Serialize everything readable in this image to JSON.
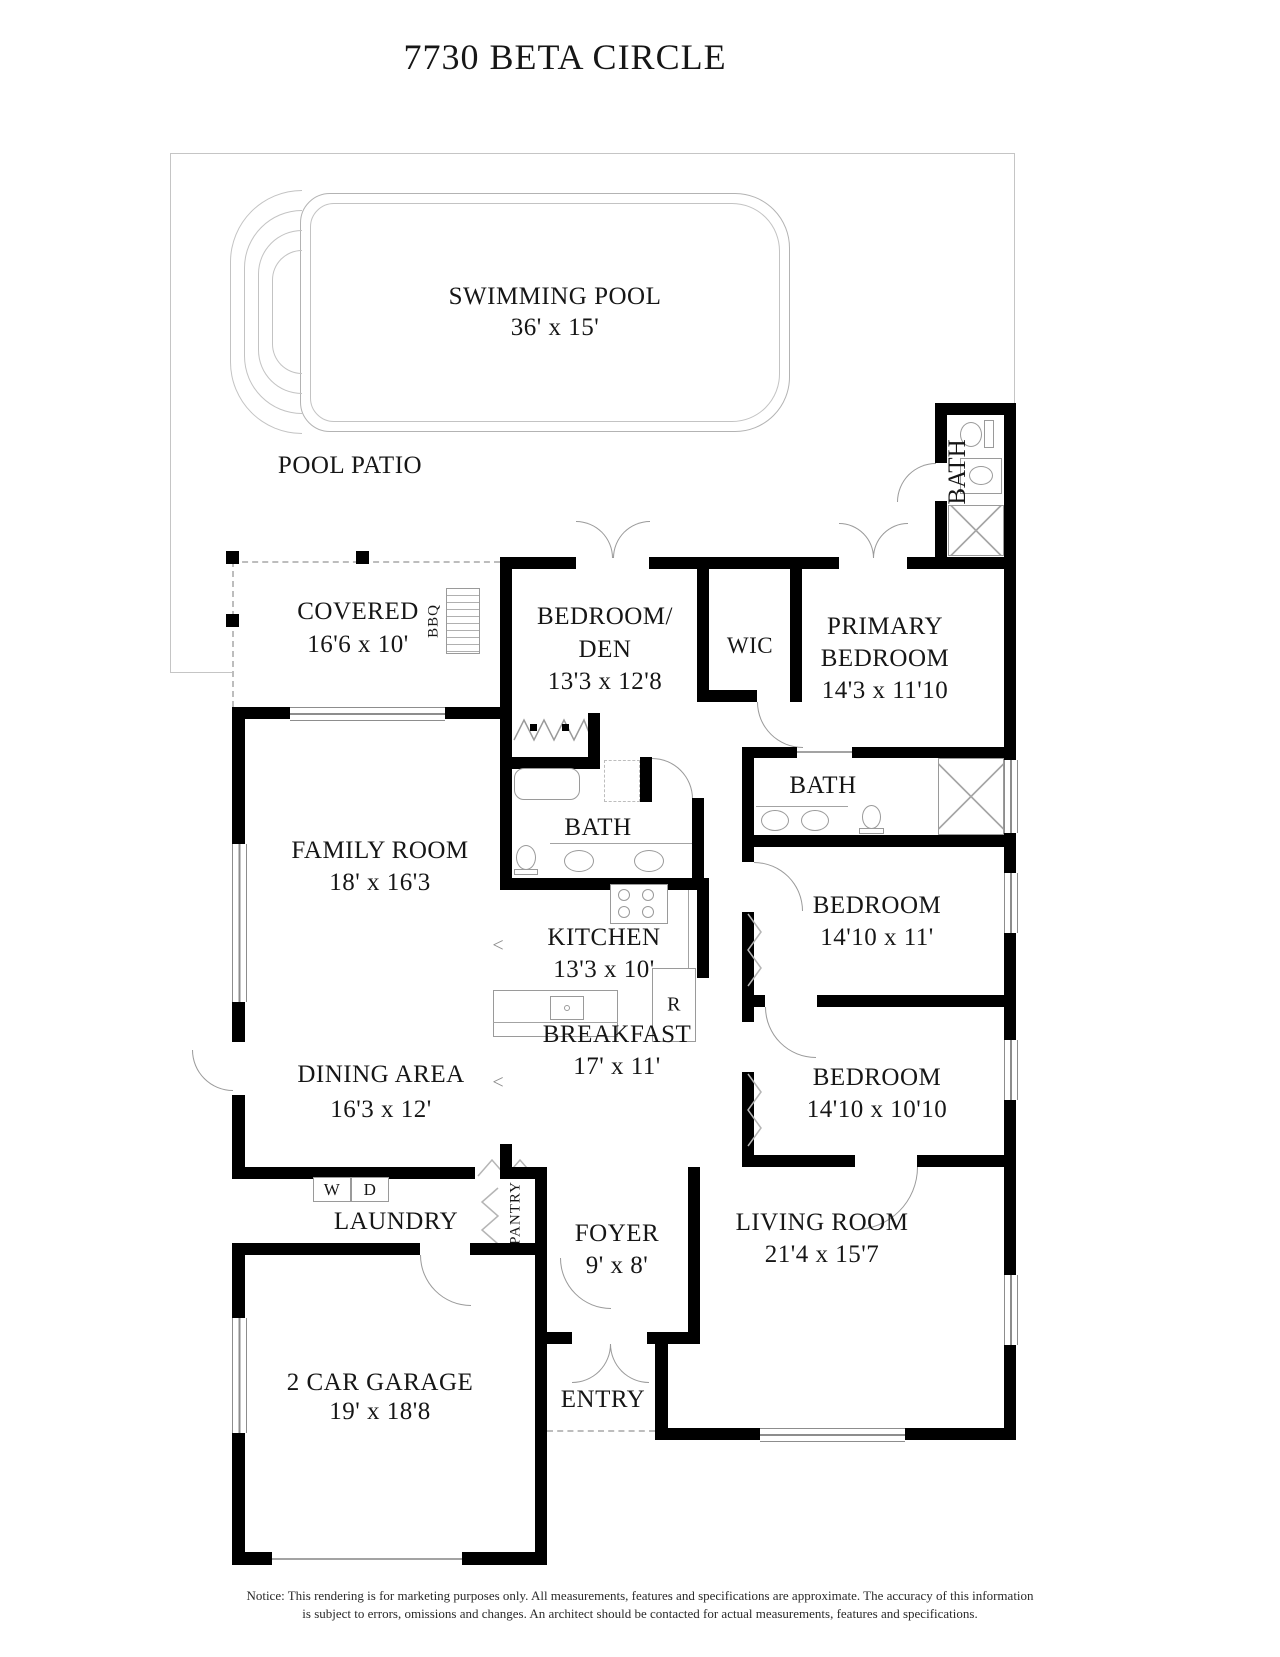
{
  "title": "7730 BETA CIRCLE",
  "rooms": {
    "swimming_pool": {
      "name": "SWIMMING POOL",
      "dims": "36' x 15'"
    },
    "pool_patio": {
      "name": "POOL PATIO"
    },
    "covered": {
      "name": "COVERED",
      "dims": "16'6 x 10'"
    },
    "bbq": {
      "name": "BBQ"
    },
    "bath_top_right": {
      "name": "BATH"
    },
    "bedroom_den": {
      "name_line1": "BEDROOM/",
      "name_line2": "DEN",
      "dims": "13'3 x 12'8"
    },
    "wic": {
      "name": "WIC"
    },
    "primary_bedroom": {
      "name_line1": "PRIMARY",
      "name_line2": "BEDROOM",
      "dims": "14'3 x 11'10"
    },
    "family_room": {
      "name": "FAMILY ROOM",
      "dims": "18' x 16'3"
    },
    "hall_bath": {
      "name": "BATH"
    },
    "primary_bath": {
      "name": "BATH"
    },
    "kitchen": {
      "name": "KITCHEN",
      "dims": "13'3 x 10'"
    },
    "bedroom_1": {
      "name": "BEDROOM",
      "dims": "14'10 x 11'"
    },
    "dining_area": {
      "name": "DINING AREA",
      "dims": "16'3 x 12'"
    },
    "breakfast": {
      "name": "BREAKFAST",
      "dims": "17' x 11'"
    },
    "bedroom_2": {
      "name": "BEDROOM",
      "dims": "14'10 x 10'10"
    },
    "laundry": {
      "name": "LAUNDRY"
    },
    "pantry": {
      "name": "PANTRY"
    },
    "foyer": {
      "name": "FOYER",
      "dims": "9' x 8'"
    },
    "living_room": {
      "name": "LIVING ROOM",
      "dims": "21'4 x 15'7"
    },
    "garage": {
      "name": "2 CAR GARAGE",
      "dims": "19' x 18'8"
    },
    "entry": {
      "name": "ENTRY"
    }
  },
  "appliances": {
    "washer": "W",
    "dryer": "D",
    "refrigerator": "R"
  },
  "notice": {
    "line1": "Notice: This rendering is for marketing purposes only. All measurements, features and specifications are approximate. The accuracy of this information",
    "line2": "is subject to errors, omissions and changes. An architect should be contacted for actual measurements, features and specifications."
  },
  "colors": {
    "wall": "#000000",
    "patio_line": "#c5c5c5",
    "fixture_line": "#9a9a9a"
  }
}
